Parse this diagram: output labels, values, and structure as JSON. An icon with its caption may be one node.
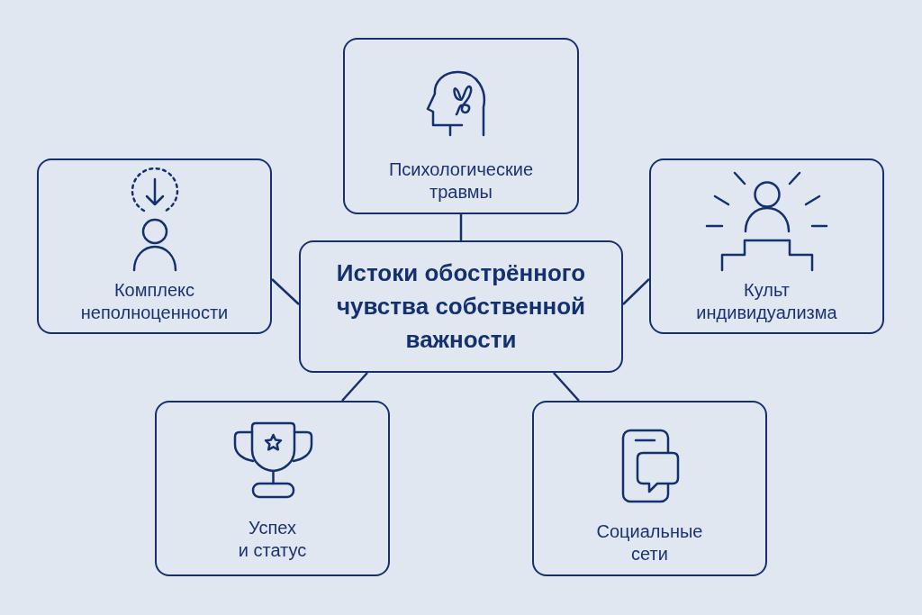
{
  "diagram": {
    "nodes": [
      {
        "text": [
          "Психологические травмы"
        ]
      },
      {
        "text": [
          "Комплекс неполноценности"
        ]
      },
      {
        "text": [
          "Истоки обострённого чувства собственной важности"
        ]
      },
      {
        "text": [
          "Культ индивидуализма"
        ]
      },
      {
        "text": [
          "Успех и статус"
        ]
      },
      {
        "text": [
          "Социальные сети"
        ]
      }
    ],
    "edges": [
      {
        "from": 2,
        "to": 0,
        "arrow": "none"
      },
      {
        "from": 2,
        "to": 1,
        "arrow": "none"
      },
      {
        "from": 2,
        "to": 3,
        "arrow": "none"
      },
      {
        "from": 2,
        "to": 4,
        "arrow": "none"
      },
      {
        "from": 2,
        "to": 5,
        "arrow": "none"
      }
    ]
  }
}
